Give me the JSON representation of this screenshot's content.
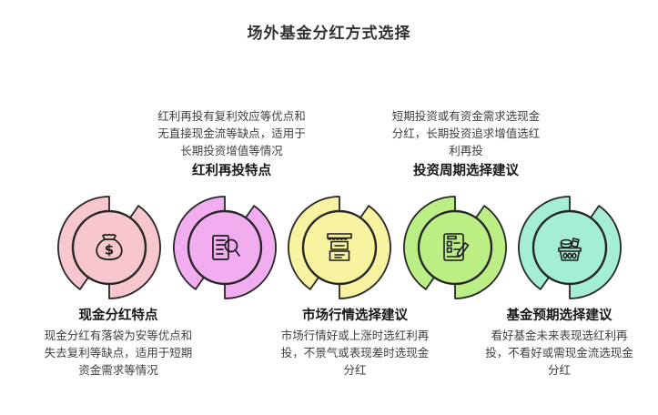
{
  "title": "场外基金分红方式选择",
  "top_notes": [
    {
      "body": "红利再投有复利效应等优点和\n无直接现金流等缺点，适用于\n长期投资增值等情况",
      "label": "红利再投特点"
    },
    {
      "body": "短期投资或有资金需求选现金\n分红，长期投资追求增值选红\n利再投",
      "label": "投资周期选择建议"
    }
  ],
  "bottom_notes": [
    {
      "label": "现金分红特点",
      "body": "现金分红有落袋为安等优点和\n失去复利等缺点，适用于短期\n资金需求等情况"
    },
    {
      "label": "市场行情选择建议",
      "body": "市场行情好或上涨时选红利再\n投，不景气或表现差时选现金\n分红"
    },
    {
      "label": "基金预期选择建议",
      "body": "看好基金未来表现选红利再\n投，不看好或需现金流选现金\n分红"
    }
  ],
  "nodes": [
    {
      "icon": "money-bag-icon",
      "color": "#F8C7CE"
    },
    {
      "icon": "document-search-icon",
      "color": "#F2ADF1"
    },
    {
      "icon": "market-stall-icon",
      "color": "#F8F3A0"
    },
    {
      "icon": "checklist-pencil-icon",
      "color": "#BCEE86"
    },
    {
      "icon": "basket-money-icon",
      "color": "#A4EDD6"
    }
  ],
  "style_colors": {
    "outline": "#262626",
    "title_text": "#333333",
    "body_text": "#3f3f3f",
    "label_text": "#161616",
    "background": "#ffffff"
  }
}
